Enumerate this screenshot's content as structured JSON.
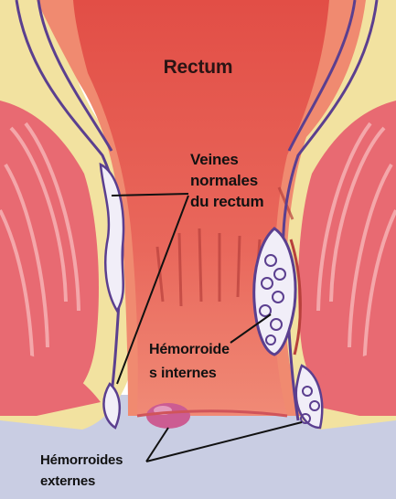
{
  "diagram": {
    "title": "Rectum",
    "labels": {
      "normal_veins": "Veines\nnormales\ndu rectum",
      "internal_hemorrhoids": "Hémorroide\ns internes",
      "external_hemorrhoids": "Hémorroides\nexternes"
    },
    "colors": {
      "background_bottom": "#c9cde3",
      "muscle": "#e86a72",
      "muscle_stripe": "#f4a7aa",
      "fat": "#f2e2a0",
      "wall": "#f08a70",
      "lumen": "#e5564d",
      "vein": "#5b3f8f",
      "vein_fill": "#f1eef8",
      "external_bulge": "#cc5c92",
      "pointer_line": "#111111"
    }
  }
}
